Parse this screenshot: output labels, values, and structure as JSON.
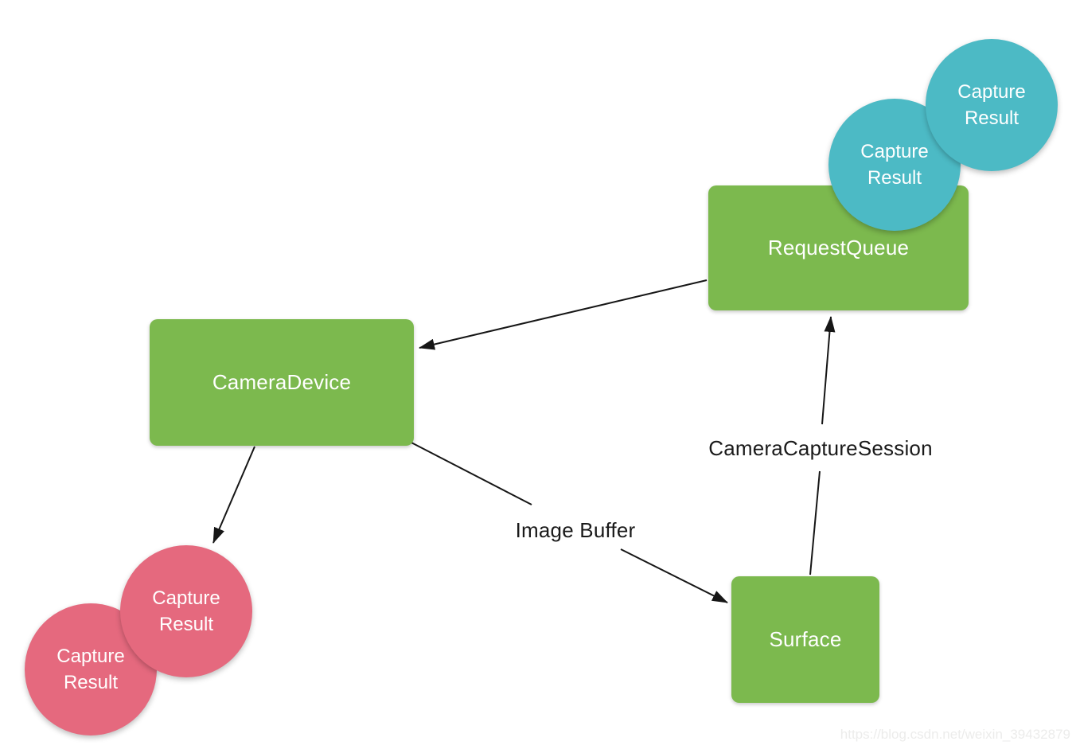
{
  "colors": {
    "node_green": "#7cb94e",
    "circle_teal": "#4cbac5",
    "circle_pink": "#e5697e",
    "node_text": "#ffffff",
    "arrow_black": "#161616",
    "label_text": "#1a1a1a",
    "watermark_gray": "#ececeb"
  },
  "nodes": {
    "request_queue": {
      "label": "RequestQueue"
    },
    "camera_device": {
      "label": "CameraDevice"
    },
    "surface": {
      "label": "Surface"
    }
  },
  "capture_results": {
    "teal_back": "Capture\nResult",
    "teal_front": "Capture\nResult",
    "pink_back": "Capture\nResult",
    "pink_front": "Capture\nResult"
  },
  "edges": [
    {
      "from": "RequestQueue",
      "to": "CameraDevice",
      "label": ""
    },
    {
      "from": "CameraDevice",
      "to": "CaptureResult",
      "label": ""
    },
    {
      "from": "CameraDevice",
      "to": "Surface",
      "label": "Image Buffer"
    },
    {
      "from": "Surface",
      "to": "RequestQueue",
      "label": "CameraCaptureSession"
    }
  ],
  "watermark": "https://blog.csdn.net/weixin_39432879"
}
